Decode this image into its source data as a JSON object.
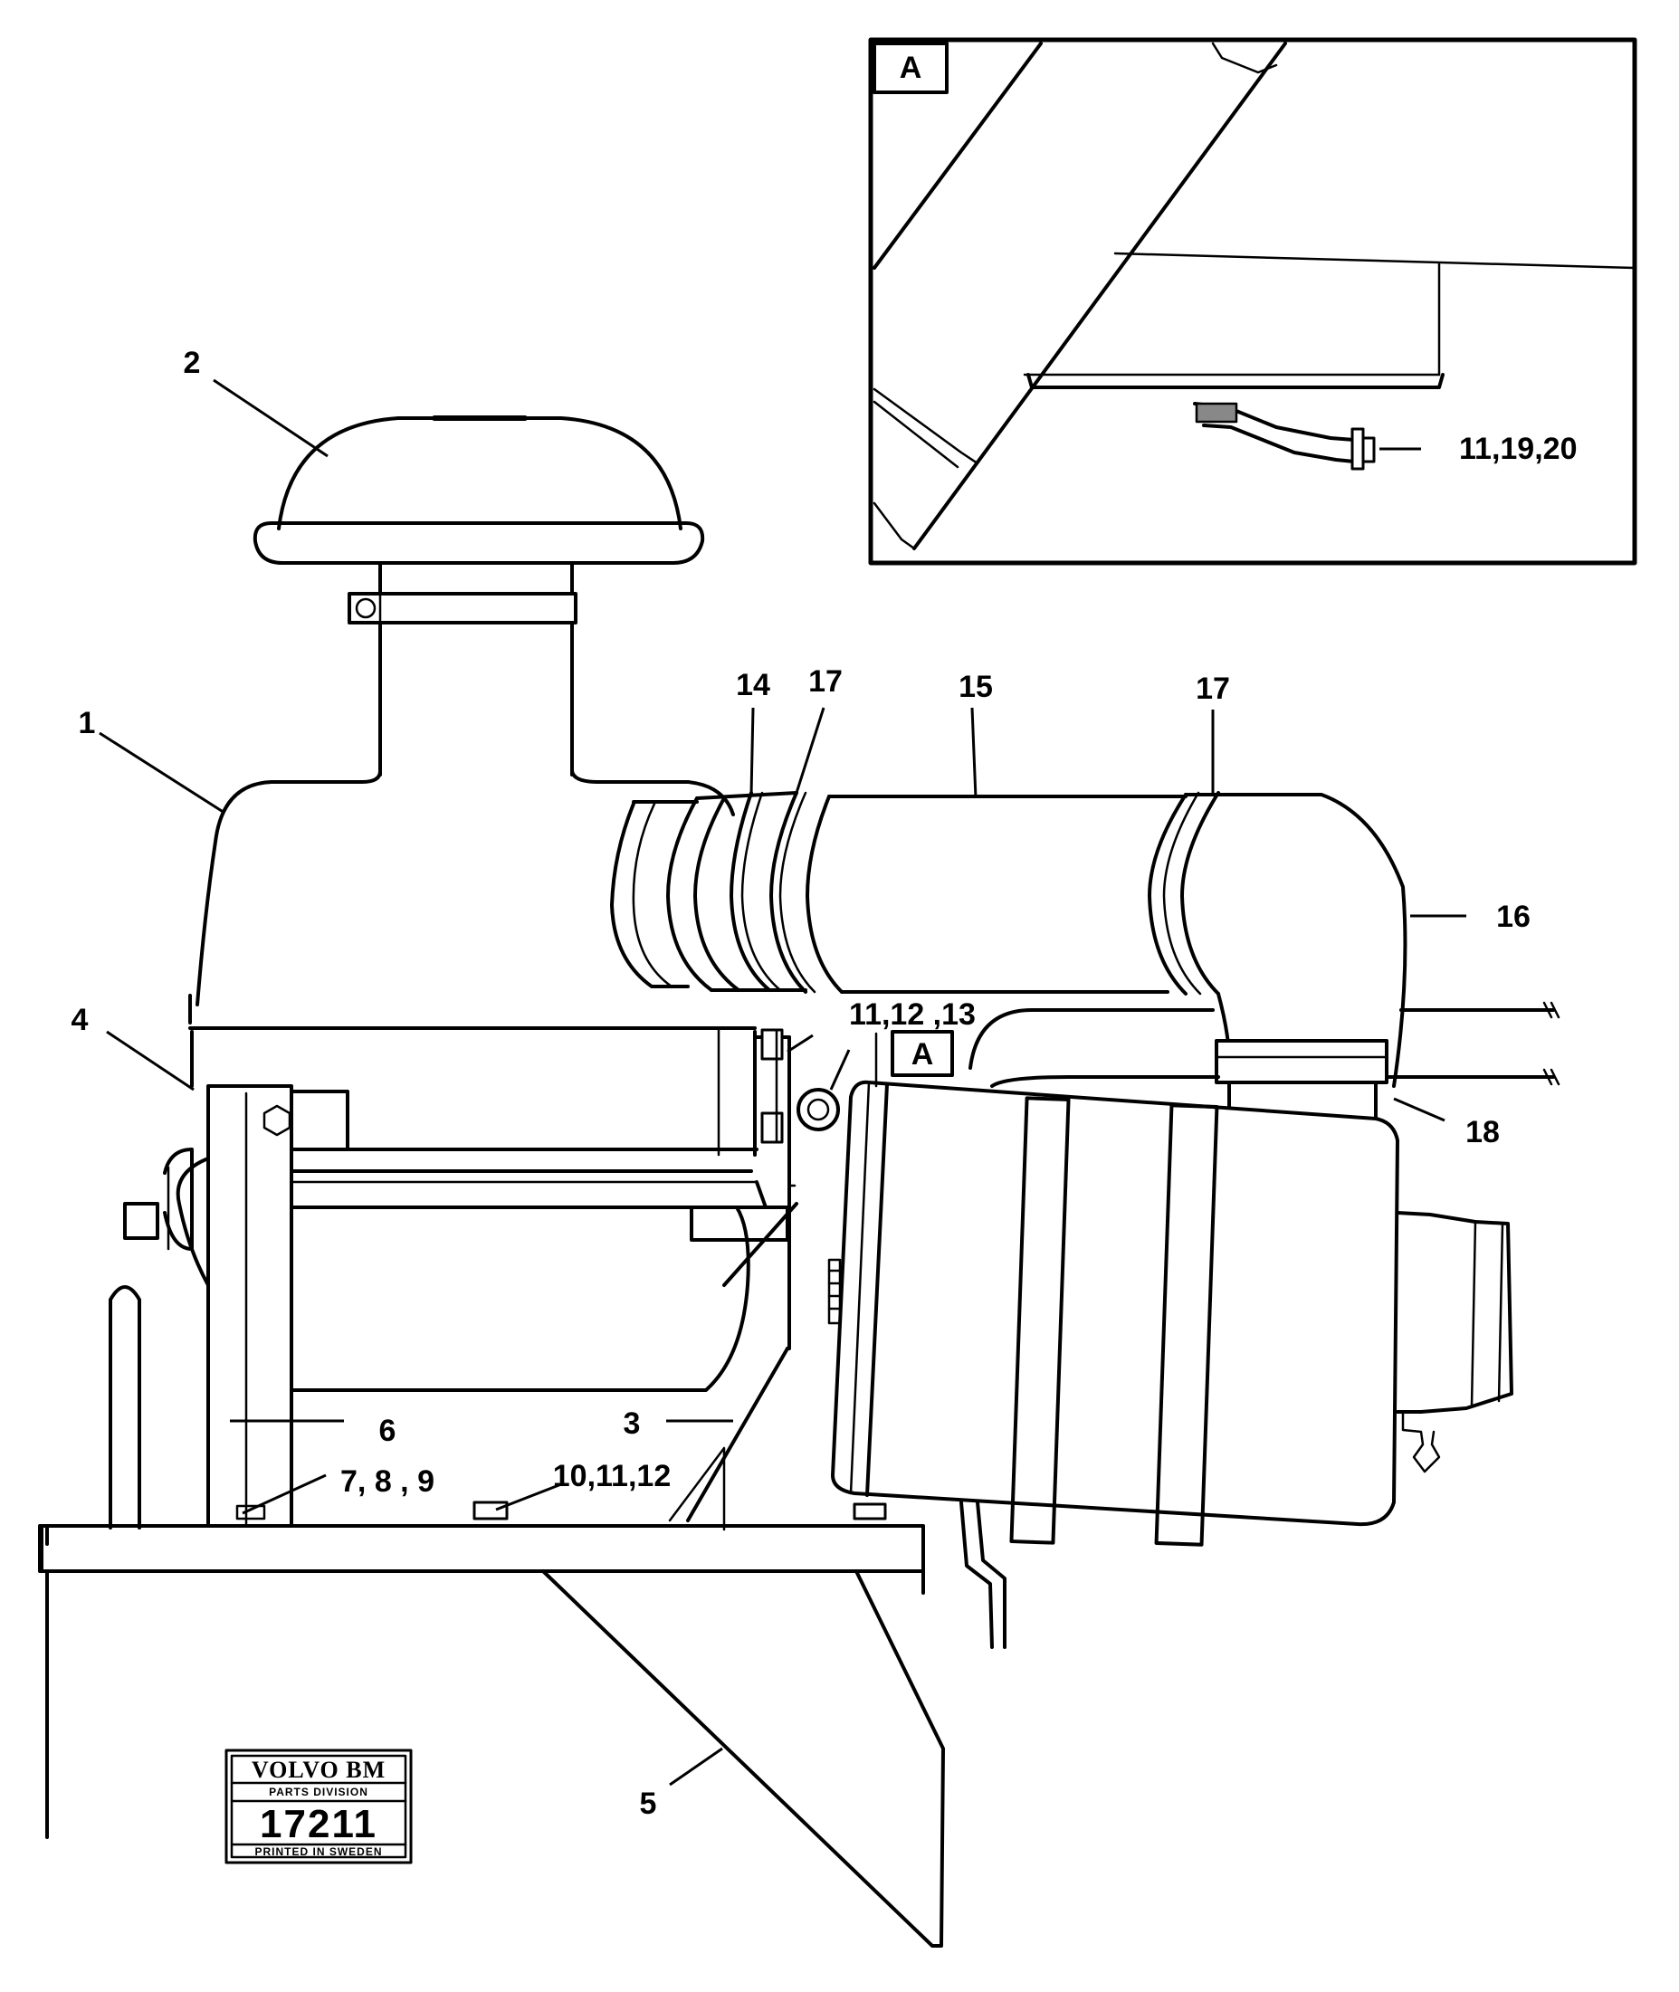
{
  "callouts": {
    "c1": "1",
    "c2": "2",
    "c3": "3",
    "c4": "4",
    "c5": "5",
    "c6": "6",
    "c7": "7, 8 , 9",
    "c10": "10,11,12",
    "c11": "11,12 ,13",
    "c14": "14",
    "c17a": "17",
    "c15": "15",
    "c17b": "17",
    "c16": "16",
    "c18": "18",
    "c11b": "11,19,20"
  },
  "detail_label": "A",
  "detail_ref_label": "A",
  "stamp": {
    "brand": "VOLVO BM",
    "division": "PARTS DIVISION",
    "number": "17211",
    "footer": "PRINTED IN SWEDEN"
  }
}
